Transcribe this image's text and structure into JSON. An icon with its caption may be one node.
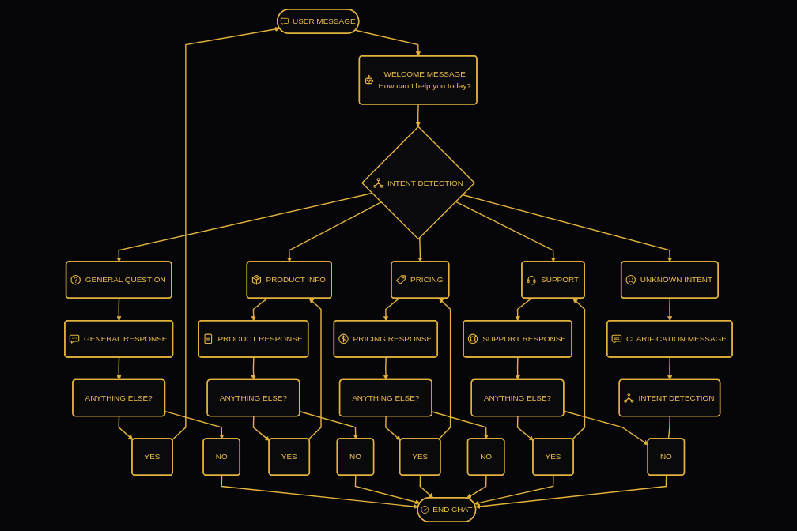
{
  "diagram": {
    "nodes": [
      {
        "text": [
          "USER MESSAGE"
        ]
      },
      {
        "text": [
          "WELCOME MESSAGE",
          "How can I help you today?"
        ]
      },
      {
        "text": [
          "INTENT DETECTION"
        ]
      },
      {
        "text": [
          "GENERAL QUESTION"
        ]
      },
      {
        "text": [
          "GENERAL RESPONSE"
        ]
      },
      {
        "text": [
          "ANYTHING ELSE?"
        ]
      },
      {
        "text": [
          "YES"
        ]
      },
      {
        "text": [
          "NO"
        ]
      },
      {
        "text": [
          "PRODUCT INFO"
        ]
      },
      {
        "text": [
          "PRODUCT RESPONSE"
        ]
      },
      {
        "text": [
          "ANYTHING ELSE?"
        ]
      },
      {
        "text": [
          "YES"
        ]
      },
      {
        "text": [
          "NO"
        ]
      },
      {
        "text": [
          "PRICING"
        ]
      },
      {
        "text": [
          "PRICING RESPONSE"
        ]
      },
      {
        "text": [
          "ANYTHING ELSE?"
        ]
      },
      {
        "text": [
          "YES"
        ]
      },
      {
        "text": [
          "NO"
        ]
      },
      {
        "text": [
          "SUPPORT"
        ]
      },
      {
        "text": [
          "SUPPORT RESPONSE"
        ]
      },
      {
        "text": [
          "ANYTHING ELSE?"
        ]
      },
      {
        "text": [
          "YES"
        ]
      },
      {
        "text": [
          "NO"
        ]
      },
      {
        "text": [
          "UNKNOWN INTENT"
        ]
      },
      {
        "text": [
          "CLARIFICATION MESSAGE"
        ]
      },
      {
        "text": [
          "INTENT DETECTION"
        ]
      },
      {
        "text": [
          "END CHAT"
        ]
      }
    ],
    "edges": [
      {
        "from": 0,
        "to": 1,
        "arrow": "to"
      },
      {
        "from": 1,
        "to": 2,
        "arrow": "to"
      },
      {
        "from": 2,
        "to": 3,
        "arrow": "to"
      },
      {
        "from": 2,
        "to": 8,
        "arrow": "to"
      },
      {
        "from": 2,
        "to": 13,
        "arrow": "to"
      },
      {
        "from": 2,
        "to": 18,
        "arrow": "to"
      },
      {
        "from": 2,
        "to": 23,
        "arrow": "to"
      },
      {
        "from": 3,
        "to": 4,
        "arrow": "to"
      },
      {
        "from": 4,
        "to": 5,
        "arrow": "to"
      },
      {
        "from": 5,
        "to": 6,
        "arrow": "to"
      },
      {
        "from": 5,
        "to": 7,
        "arrow": "to"
      },
      {
        "from": 8,
        "to": 9,
        "arrow": "to"
      },
      {
        "from": 9,
        "to": 10,
        "arrow": "to"
      },
      {
        "from": 10,
        "to": 11,
        "arrow": "to"
      },
      {
        "from": 10,
        "to": 12,
        "arrow": "to"
      },
      {
        "from": 13,
        "to": 14,
        "arrow": "to"
      },
      {
        "from": 14,
        "to": 15,
        "arrow": "to"
      },
      {
        "from": 15,
        "to": 16,
        "arrow": "to"
      },
      {
        "from": 15,
        "to": 17,
        "arrow": "to"
      },
      {
        "from": 18,
        "to": 19,
        "arrow": "to"
      },
      {
        "from": 19,
        "to": 20,
        "arrow": "to"
      },
      {
        "from": 20,
        "to": 21,
        "arrow": "to"
      },
      {
        "from": 20,
        "to": 22,
        "arrow": "to"
      },
      {
        "from": 23,
        "to": 24,
        "arrow": "to"
      },
      {
        "from": 24,
        "to": 25,
        "arrow": "to"
      },
      {
        "from": 25,
        "to": 22,
        "arrow": "none"
      },
      {
        "from": 6,
        "to": 0,
        "arrow": "to"
      },
      {
        "from": 11,
        "to": 8,
        "arrow": "to"
      },
      {
        "from": 16,
        "to": 13,
        "arrow": "to"
      },
      {
        "from": 21,
        "to": 18,
        "arrow": "to"
      },
      {
        "from": 7,
        "to": 26,
        "arrow": "to"
      },
      {
        "from": 12,
        "to": 26,
        "arrow": "to"
      },
      {
        "from": 16,
        "to": 26,
        "arrow": "to"
      },
      {
        "from": 17,
        "to": 26,
        "arrow": "to"
      },
      {
        "from": 21,
        "to": 26,
        "arrow": "to"
      },
      {
        "from": 22,
        "to": 26,
        "arrow": "to"
      }
    ]
  }
}
